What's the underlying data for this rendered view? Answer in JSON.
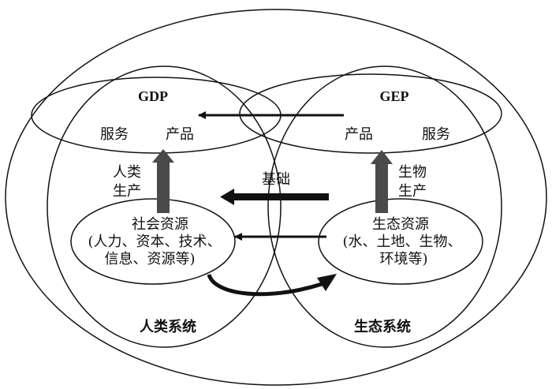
{
  "gdp": {
    "title": "GDP",
    "left": "服务",
    "right": "产品"
  },
  "gep": {
    "title": "GEP",
    "left": "产品",
    "right": "服务"
  },
  "left_up_arrow": {
    "line1": "人类",
    "line2": "生产"
  },
  "right_up_arrow": {
    "line1": "生物",
    "line2": "生产"
  },
  "foundation_label": "基础",
  "social_resources": {
    "title": "社会资源",
    "line1": "(人力、资本、技术、",
    "line2": "信息、资源等)"
  },
  "eco_resources": {
    "title": "生态资源",
    "line1": "(水、土地、生物、",
    "line2": "环境等)"
  },
  "human_system": "人类系统",
  "eco_system": "生态系统",
  "colors": {
    "line": "#111111",
    "thick_arrow": "#4a4a4a"
  }
}
